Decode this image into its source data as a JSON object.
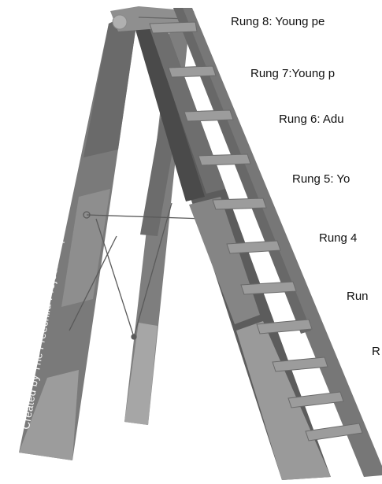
{
  "credit": "Created by The Freechild Project - http://freechild.org",
  "rungs": [
    "Rung 8: Young pe",
    "Rung 7:Young p",
    "Rung 6: Adu",
    "Rung 5: Yo",
    "Rung 4",
    "Run",
    "R"
  ],
  "colors": {
    "ladder_dark": "#5a5a5a",
    "ladder_mid": "#8a8a8a",
    "ladder_light": "#b4b4b4",
    "text": "#111111"
  }
}
